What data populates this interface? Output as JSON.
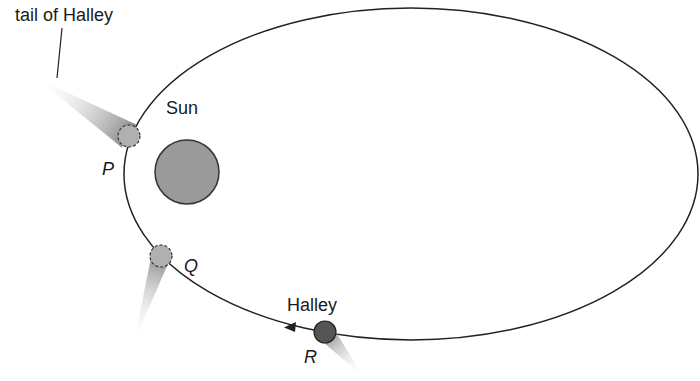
{
  "diagram": {
    "labels": [
      "tail of Halley",
      "Sun",
      "P",
      "Q",
      "R",
      "Halley"
    ]
  }
}
